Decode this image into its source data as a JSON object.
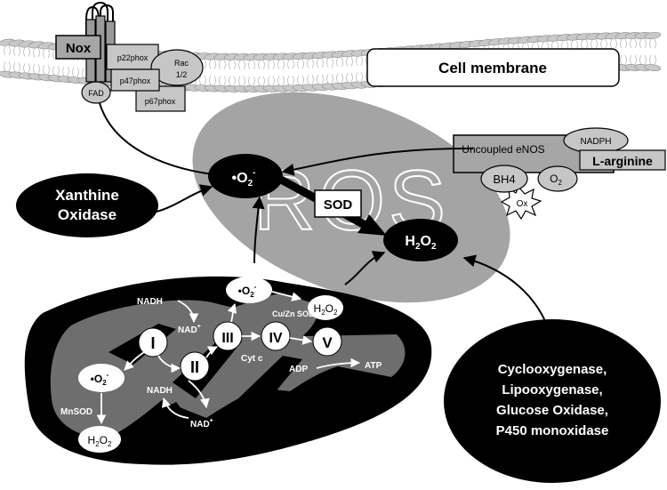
{
  "membrane": {
    "label": "Cell membrane"
  },
  "nox": {
    "title": "Nox",
    "p22phox": "p22phox",
    "rac": [
      "Rac",
      "1/2"
    ],
    "p47phox": "p47phox",
    "p67phox": "p67phox",
    "fad": "FAD"
  },
  "ros": {
    "watermark": "ROS",
    "superoxide": "•O",
    "superoxide_sub": "2",
    "superoxide_sup": "-",
    "sod": "SOD",
    "h2o2": "H",
    "h2o2_sub1": "2",
    "h2o2_o": "O",
    "h2o2_sub2": "2"
  },
  "xanthine": {
    "line1": "Xanthine",
    "line2": "Oxidase"
  },
  "enos": {
    "label": "Uncoupled eNOS",
    "nadph": "NADPH",
    "larginine": "L-arginine",
    "bh4": "BH4",
    "o2": "O",
    "o2_sub": "2",
    "ox": "Ox"
  },
  "enzymes": {
    "lines": [
      "Cyclooxygenase,",
      "Lipooxygenase,",
      "Glucose Oxidase,",
      "P450 monoxidase"
    ]
  },
  "mito": {
    "nadh_top": "NADH",
    "nad_top": "NAD",
    "nad_sup": "+",
    "complex_i": "I",
    "complex_ii": "II",
    "complex_iii": "III",
    "complex_iv": "IV",
    "complex_v": "V",
    "cytc": "Cyt c",
    "superoxide_top": "•O",
    "superoxide_top_sub": "2",
    "superoxide_top_sup": "-",
    "cuzn_sod": "Cu/Zn SOD",
    "h2o2_top": "H",
    "h2o2_top_sub1": "2",
    "h2o2_top_o": "O",
    "h2o2_top_sub2": "2",
    "adp": "ADP",
    "atp": "ATP",
    "superoxide_left": "•O",
    "superoxide_left_sub": "2",
    "superoxide_left_sup": "-",
    "mnsod": "MnSOD",
    "h2o2_bottom": "H",
    "h2o2_bottom_sub1": "2",
    "h2o2_bottom_o": "O",
    "h2o2_bottom_sub2": "2",
    "nadh_bottom": "NADH",
    "nad_bottom": "NAD",
    "nad_bottom_sup": "+"
  }
}
